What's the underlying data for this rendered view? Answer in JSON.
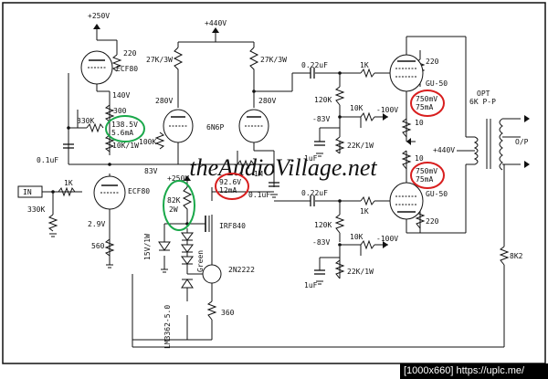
{
  "colors": {
    "wire": "#111111",
    "green_mark": "#1aa84a",
    "red_mark": "#d81e1e",
    "watermark": "#d0d0d0"
  },
  "watermark": "theAudioVillage.net",
  "footer": "[1000x660] https://uplc.me/",
  "labels": {
    "plus250_top": "+250V",
    "r220_top": "220",
    "ecf80_top": "ECF80",
    "v140": "140V",
    "r300": "300",
    "r330k": "330K",
    "r10k1w": "10K/1W",
    "c01uf_left": "0.1uF",
    "v83": "83V",
    "in": "IN",
    "r1k_in": "1K",
    "r330k_in": "330K",
    "ecf80_bottom": "ECF80",
    "v29": "2.9V",
    "r560": "560",
    "plus440_top": "+440V",
    "r27k_l": "27K/3W",
    "r27k_r": "27K/3W",
    "v280_l": "280V",
    "v280_r": "280V",
    "tube_6n6p": "6N6P",
    "r100k": "100K",
    "r1m": "1M",
    "c01uf_mid": "0.1uF",
    "plus250_mid": "+250V",
    "r82k": "82K",
    "r82k_w": "2W",
    "irf840": "IRF840",
    "z15v": "15V/1W",
    "green_leds": "Green",
    "q2n2222": "2N2222",
    "lm3362": "LM3362-5.0",
    "r360": "360",
    "c022_top": "0.22uF",
    "r1k_top": "1K",
    "r120k_top": "120K",
    "v83neg_top": "-83V",
    "r10k_top": "10K",
    "v100neg_top": "-100V",
    "r22k_top": "22K/1W",
    "c1uf_top": "1uF",
    "gu50_top": "GU-50",
    "r220_gu_top": "220",
    "r10_top": "10",
    "r10_bot": "10",
    "plus440_mid": "+440V",
    "c022_bot": "0.22uF",
    "r1k_bot": "1K",
    "r120k_bot": "120K",
    "v83neg_bot": "-83V",
    "r10k_bot": "10K",
    "v100neg_bot": "-100V",
    "r22k_bot": "22K/1W",
    "c1uf_bot": "1uF",
    "gu50_bot": "GU-50",
    "r220_gu_bot": "220",
    "opt": "OPT",
    "opt2": "6K P-P",
    "op": "O/P",
    "r8k2": "8K2"
  },
  "annotations": {
    "green_top": [
      "138.5V",
      "5.6mA"
    ],
    "red_mos": [
      "92.6V",
      "12mA"
    ],
    "red_gu_top": [
      "750mV",
      "75mA"
    ],
    "red_gu_bot": [
      "750mV",
      "75mA"
    ]
  }
}
